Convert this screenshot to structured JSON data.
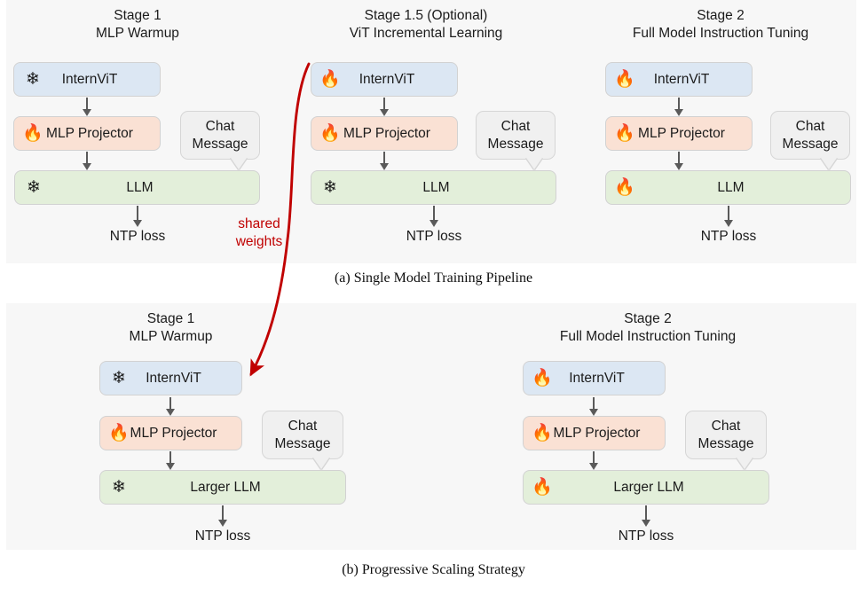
{
  "figure": {
    "panel_a": {
      "caption": "(a) Single Model Training Pipeline",
      "stages": [
        {
          "id": "stage-1",
          "title_line1": "Stage 1",
          "title_line2": "MLP Warmup",
          "nodes": [
            {
              "name": "InternViT",
              "state": "frozen",
              "icon": "snowflake-icon",
              "color": "#dce7f3"
            },
            {
              "name": "MLP Projector",
              "state": "trainable",
              "icon": "fire-icon",
              "color": "#fae1d4"
            },
            {
              "name": "LLM",
              "state": "frozen",
              "icon": "snowflake-icon",
              "color": "#e3efda"
            }
          ],
          "chat": {
            "line1": "Chat",
            "line2": "Message"
          },
          "loss": "NTP loss"
        },
        {
          "id": "stage-1-5",
          "title_line1": "Stage 1.5 (Optional)",
          "title_line2": "ViT Incremental Learning",
          "nodes": [
            {
              "name": "InternViT",
              "state": "trainable",
              "icon": "fire-icon",
              "color": "#dce7f3"
            },
            {
              "name": "MLP Projector",
              "state": "trainable",
              "icon": "fire-icon",
              "color": "#fae1d4"
            },
            {
              "name": "LLM",
              "state": "frozen",
              "icon": "snowflake-icon",
              "color": "#e3efda"
            }
          ],
          "chat": {
            "line1": "Chat",
            "line2": "Message"
          },
          "loss": "NTP loss"
        },
        {
          "id": "stage-2",
          "title_line1": "Stage 2",
          "title_line2": "Full Model Instruction Tuning",
          "nodes": [
            {
              "name": "InternViT",
              "state": "trainable",
              "icon": "fire-icon",
              "color": "#dce7f3"
            },
            {
              "name": "MLP Projector",
              "state": "trainable",
              "icon": "fire-icon",
              "color": "#fae1d4"
            },
            {
              "name": "LLM",
              "state": "trainable",
              "icon": "fire-icon",
              "color": "#e3efda"
            }
          ],
          "chat": {
            "line1": "Chat",
            "line2": "Message"
          },
          "loss": "NTP loss"
        }
      ]
    },
    "panel_b": {
      "caption": "(b) Progressive Scaling Strategy",
      "stages": [
        {
          "id": "stage-1-b",
          "title_line1": "Stage 1",
          "title_line2": "MLP Warmup",
          "nodes": [
            {
              "name": "InternViT",
              "state": "frozen",
              "icon": "snowflake-icon",
              "color": "#dce7f3"
            },
            {
              "name": "MLP Projector",
              "state": "trainable",
              "icon": "fire-icon",
              "color": "#fae1d4"
            },
            {
              "name": "Larger LLM",
              "state": "frozen",
              "icon": "snowflake-icon",
              "color": "#e3efda"
            }
          ],
          "chat": {
            "line1": "Chat",
            "line2": "Message"
          },
          "loss": "NTP loss"
        },
        {
          "id": "stage-2-b",
          "title_line1": "Stage 2",
          "title_line2": "Full Model Instruction Tuning",
          "nodes": [
            {
              "name": "InternViT",
              "state": "trainable",
              "icon": "fire-icon",
              "color": "#dce7f3"
            },
            {
              "name": "MLP Projector",
              "state": "trainable",
              "icon": "fire-icon",
              "color": "#fae1d4"
            },
            {
              "name": "Larger LLM",
              "state": "trainable",
              "icon": "fire-icon",
              "color": "#e3efda"
            }
          ],
          "chat": {
            "line1": "Chat",
            "line2": "Message"
          },
          "loss": "NTP loss"
        }
      ]
    },
    "connector": {
      "label_line1": "shared",
      "label_line2": "weights",
      "color": "#c00000",
      "from": "stage-1-5 InternViT",
      "to": "stage-1-b InternViT"
    },
    "icons": {
      "frozen": "❄",
      "trainable": "🔥"
    },
    "palette": {
      "panel_bg": "#f7f7f7",
      "vit": "#dce7f3",
      "mlp": "#fae1d4",
      "llm": "#e3efda",
      "chat": "#f0f0f0",
      "arrow": "#5a5a5a",
      "accent_red": "#c00000"
    }
  }
}
